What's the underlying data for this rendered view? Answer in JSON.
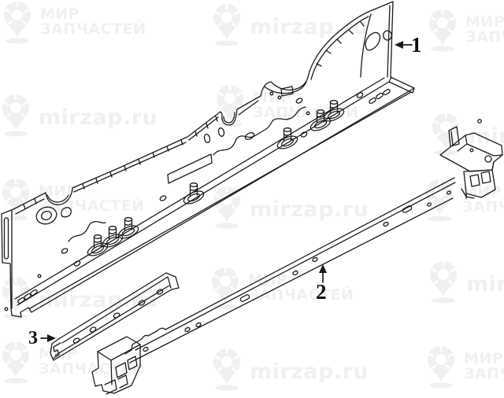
{
  "diagram": {
    "description": "exploded line drawing of rocker panel and sill rails",
    "callouts": [
      {
        "label": "1"
      },
      {
        "label": "2"
      },
      {
        "label": "3"
      }
    ]
  },
  "watermark": {
    "brand_line1": "МИР",
    "brand_line2": "ЗАПЧАСТЕЙ",
    "url": "mirzap.ru",
    "color": "#f0f0f0"
  },
  "canvas": {
    "background": "#ffffff",
    "line_color": "#1b1b1b"
  }
}
